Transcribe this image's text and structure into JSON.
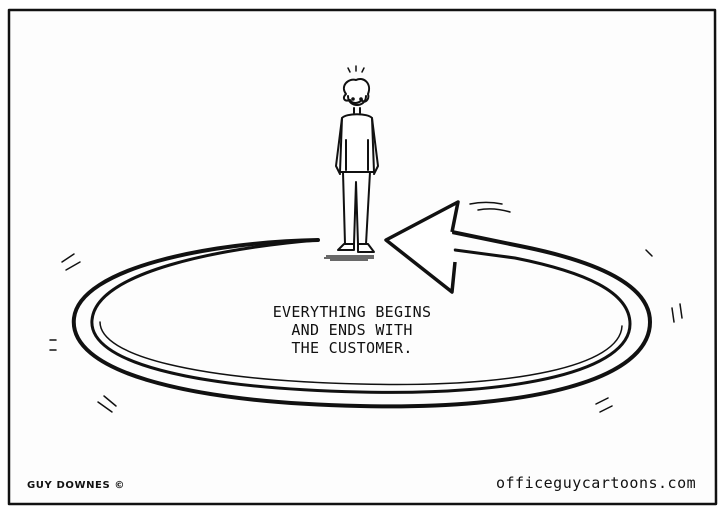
{
  "cartoon": {
    "caption": {
      "lines": [
        "EVERYTHING BEGINS",
        "AND ENDS WITH",
        "THE CUSTOMER."
      ]
    },
    "signature": "GUY DOWNES ©",
    "website": "officeguycartoons.com"
  }
}
